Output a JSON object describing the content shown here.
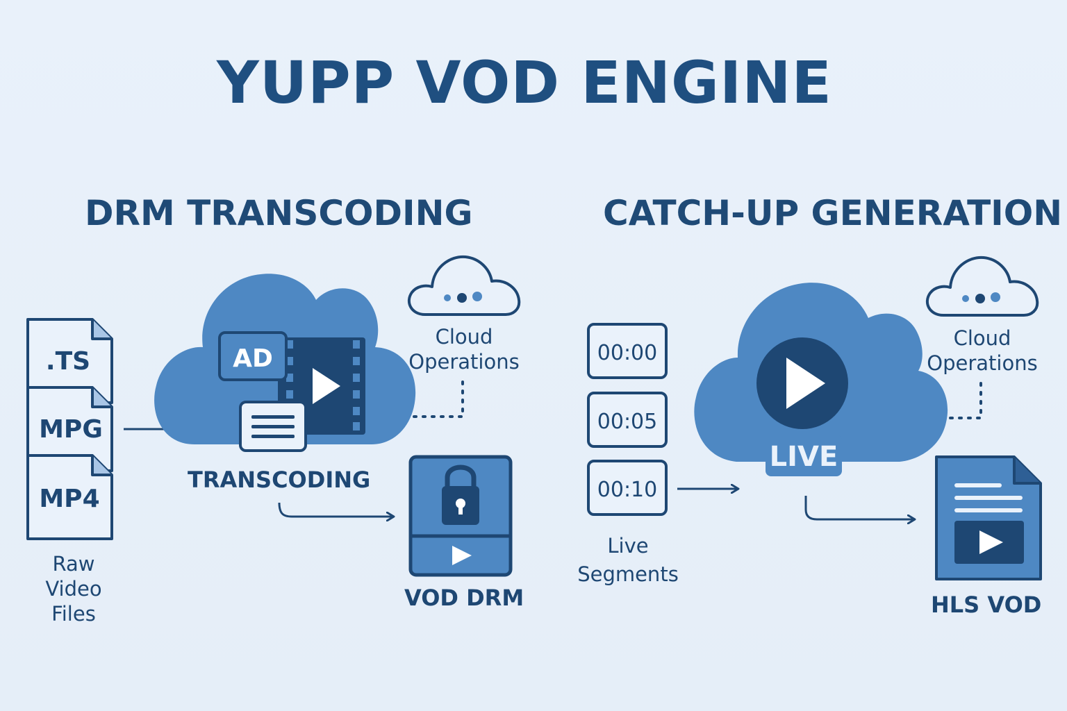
{
  "title": "YUPP VOD ENGINE",
  "sections": {
    "drm": {
      "heading": "DRM TRANSCODING",
      "files": [
        ".TS",
        "MPG",
        "MP4"
      ],
      "files_caption": [
        "Raw",
        "Video",
        "Files"
      ],
      "ad_badge": "AD",
      "transcoding_label": "TRANSCODING",
      "cloud_ops": [
        "Cloud",
        "Operations"
      ],
      "output_label": "VOD DRM"
    },
    "catchup": {
      "heading": "CATCH-UP GENERATION",
      "timestamps": [
        "00:00",
        "00:05",
        "00:10"
      ],
      "segments_caption": [
        "Live",
        "Segments"
      ],
      "live_badge": "LIVE",
      "cloud_ops": [
        "Cloud",
        "Operations"
      ],
      "output_label": "HLS VOD"
    }
  },
  "colors": {
    "dark_blue": "#1e4773",
    "cloud_blue": "#4e88c3",
    "light_bg": "#e8f0f9",
    "doc_fill": "#eaf2fb"
  }
}
